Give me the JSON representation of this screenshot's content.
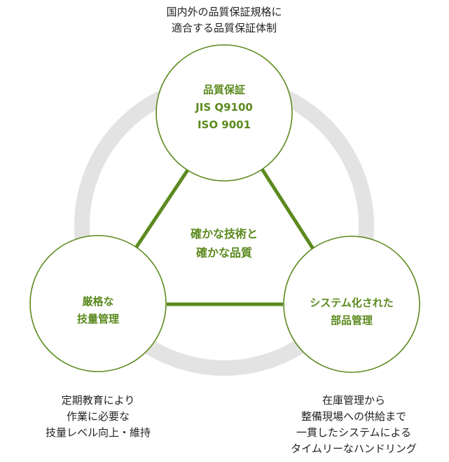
{
  "colors": {
    "accent": "#5b8a1e",
    "ring": "#e3e3e3",
    "node_fill": "#ffffff",
    "text": "#222222"
  },
  "top_caption": {
    "lines": [
      "国内外の品質保証規格に",
      "適合する品質保証体制"
    ]
  },
  "nodes": {
    "top": {
      "lines": [
        "品質保証",
        "JIS Q9100",
        "ISO 9001"
      ]
    },
    "left": {
      "lines": [
        "厳格な",
        "技量管理"
      ]
    },
    "right": {
      "lines": [
        "システム化された",
        "部品管理"
      ]
    }
  },
  "center": {
    "lines": [
      "確かな技術と",
      "確かな品質"
    ]
  },
  "left_caption": {
    "lines": [
      "定期教育により",
      "作業に必要な",
      "技量レベル向上・維持"
    ]
  },
  "right_caption": {
    "lines": [
      "在庫管理から",
      "整備現場への供給まで",
      "一貫したシステムによる",
      "タイムリーなハンドリング"
    ]
  }
}
